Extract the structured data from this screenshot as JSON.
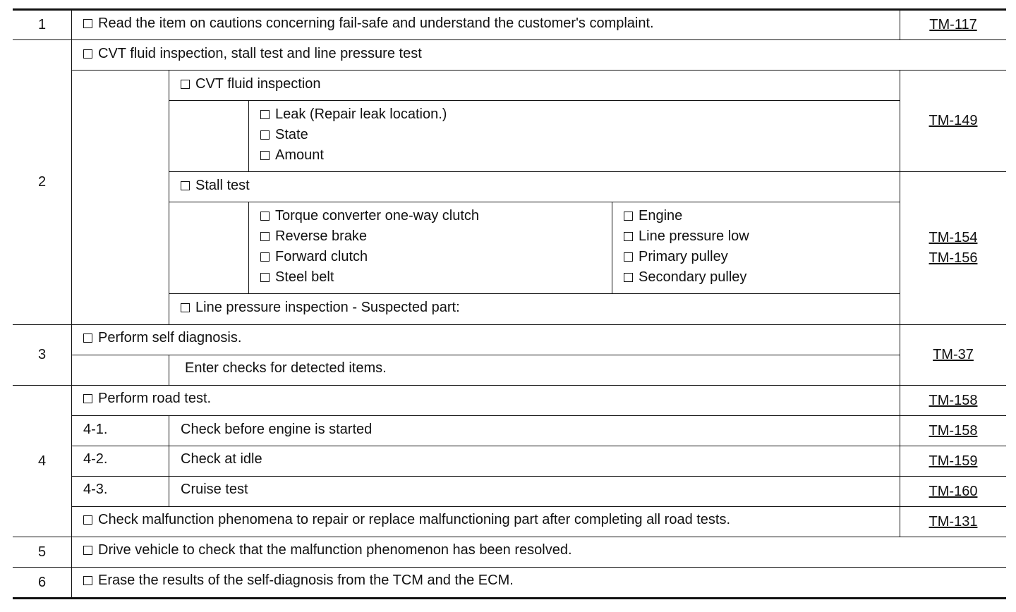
{
  "rows": {
    "r1": {
      "num": "1",
      "text": "Read the item on cautions concerning fail-safe and understand the customer's complaint.",
      "ref": "TM-117"
    },
    "r2": {
      "num": "2",
      "title": "CVT fluid inspection, stall test and line pressure test",
      "fluid_title": "CVT fluid inspection",
      "fluid_items": [
        "Leak (Repair leak location.)",
        "State",
        "Amount"
      ],
      "fluid_ref": "TM-149",
      "stall_title": "Stall test",
      "stall_left": [
        "Torque converter one-way clutch",
        "Reverse brake",
        "Forward clutch",
        "Steel belt"
      ],
      "stall_right": [
        "Engine",
        "Line pressure low",
        "Primary pulley",
        "Secondary pulley"
      ],
      "stall_refs": [
        "TM-154",
        "TM-156"
      ],
      "line_pressure": "Line pressure inspection - Suspected part:"
    },
    "r3": {
      "num": "3",
      "text": "Perform self diagnosis.",
      "sub": "Enter checks for detected items.",
      "ref": "TM-37"
    },
    "r4": {
      "num": "4",
      "text": "Perform road test.",
      "ref": "TM-158",
      "steps": [
        {
          "id": "4-1.",
          "label": "Check before engine is started",
          "ref": "TM-158"
        },
        {
          "id": "4-2.",
          "label": "Check at idle",
          "ref": "TM-159"
        },
        {
          "id": "4-3.",
          "label": "Cruise test",
          "ref": "TM-160"
        }
      ],
      "final": "Check malfunction phenomena to repair or replace malfunctioning part after completing all road tests.",
      "final_ref": "TM-131"
    },
    "r5": {
      "num": "5",
      "text": "Drive vehicle to check that the malfunction phenomenon has been resolved."
    },
    "r6": {
      "num": "6",
      "text": "Erase the results of the self-diagnosis from the TCM and the ECM."
    }
  }
}
